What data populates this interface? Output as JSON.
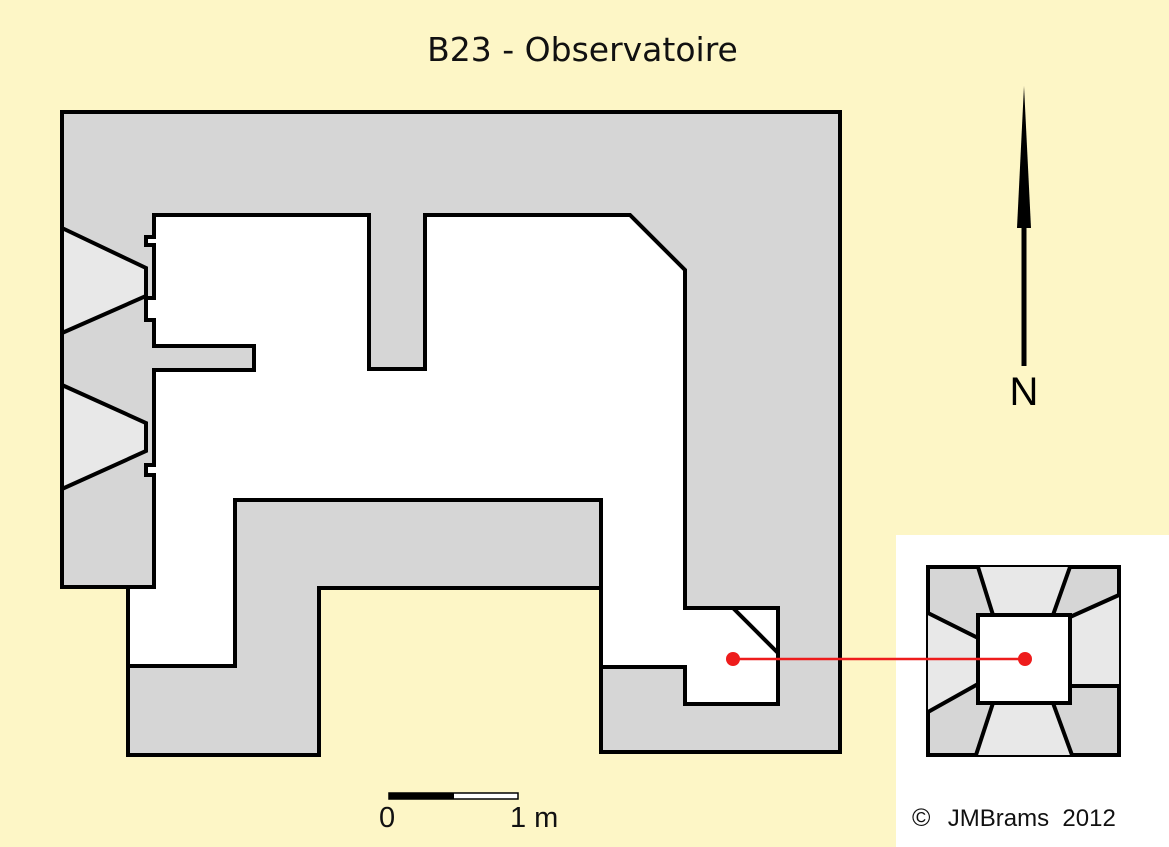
{
  "title": "B23 - Observatoire",
  "north": {
    "label": "N"
  },
  "scale_bar": {
    "start_label": "0",
    "end_label": "1 m"
  },
  "copyright": {
    "symbol": "©",
    "text": "  JMBrams  2012"
  },
  "colors": {
    "background": "#fdf6c6",
    "concrete": "#d6d6d6",
    "embrasure": "#e8e8e8",
    "interior": "#ffffff",
    "outline": "#000000",
    "marker": "#ee1c1c",
    "inset_panel": "#ffffff"
  }
}
